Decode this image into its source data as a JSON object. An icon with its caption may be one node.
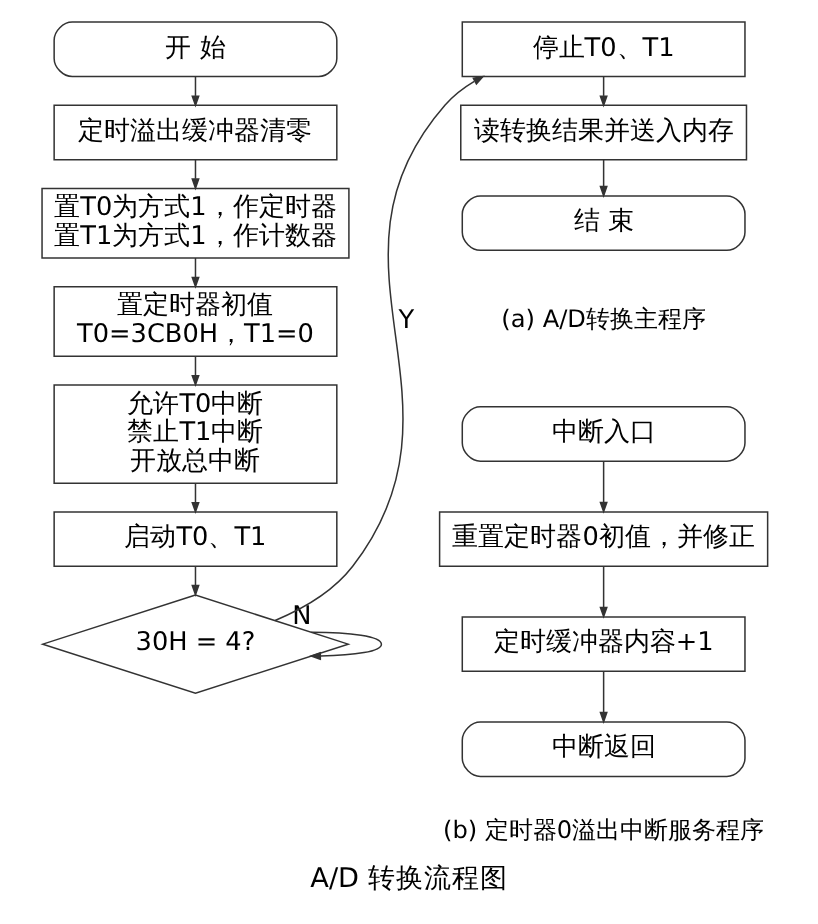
{
  "diagram": {
    "title": "A/D 转换流程图",
    "nodes": [
      {
        "text": [
          "开 始"
        ]
      },
      {
        "text": [
          "定时溢出缓冲器清零"
        ]
      },
      {
        "text": [
          "置T0为方式1，作定时器置T1为方式1，作计数器"
        ]
      },
      {
        "text": [
          "置定时器初值T0=3CB0H，T1=0"
        ]
      },
      {
        "text": [
          "允许T0中断禁止T1中断开放总中断"
        ]
      },
      {
        "text": [
          "启动T0、T1"
        ]
      },
      {
        "text": [
          "30H = 4?"
        ]
      },
      {
        "text": [
          "停止T0、T1"
        ]
      },
      {
        "text": [
          "读转换结果并送入内存"
        ]
      },
      {
        "text": [
          "结 束"
        ]
      },
      {
        "text": [
          "中断入口"
        ]
      },
      {
        "text": [
          "重置定时器0初值，并修正"
        ]
      },
      {
        "text": [
          "定时缓冲器内容+1"
        ]
      },
      {
        "text": [
          "中断返回"
        ]
      }
    ],
    "edges": [
      {
        "from": 0,
        "to": 1,
        "arrow": "to"
      },
      {
        "from": 1,
        "to": 2,
        "arrow": "to"
      },
      {
        "from": 2,
        "to": 3,
        "arrow": "to"
      },
      {
        "from": 3,
        "to": 4,
        "arrow": "to"
      },
      {
        "from": 4,
        "to": 5,
        "arrow": "to"
      },
      {
        "from": 5,
        "to": 6,
        "arrow": "to"
      },
      {
        "from": 6,
        "to": 6,
        "arrow": "to",
        "label": "N"
      },
      {
        "from": 6,
        "to": 7,
        "arrow": "to",
        "label": "Y"
      },
      {
        "from": 7,
        "to": 8,
        "arrow": "to"
      },
      {
        "from": 8,
        "to": 9,
        "arrow": "to"
      },
      {
        "from": 10,
        "to": 11,
        "arrow": "to"
      },
      {
        "from": 11,
        "to": 12,
        "arrow": "to"
      },
      {
        "from": 12,
        "to": 13,
        "arrow": "to"
      }
    ],
    "labels": [
      "(a) A/D转换主程序",
      "(b) 定时器0溢出中断服务程序"
    ]
  }
}
